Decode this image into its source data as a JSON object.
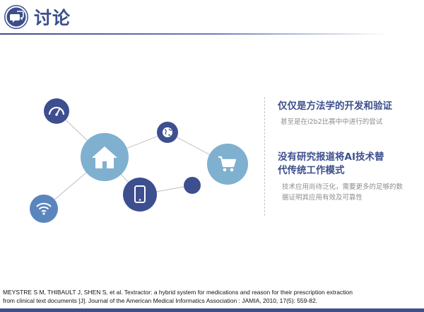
{
  "header": {
    "title": "讨论"
  },
  "points": [
    {
      "title": "仅仅是方法学的开发和验证",
      "desc": "甚至是在i2b2比赛中中进行的尝试"
    },
    {
      "title_line1": "没有研究报道将AI技术替",
      "title_line2": "代传统工作模式",
      "desc": "技术应用尚待泛化，需要更多的足够的数据证明其应用有效及可靠性"
    }
  ],
  "citation": {
    "line1": "MEYSTRE S M, THIBAULT J, SHEN S, et al. Textractor: a hybrid system for medications and reason for their prescription extraction",
    "line2": "from clinical text documents [J]. Journal of the American Medical Informatics Association : JAMIA, 2010, 17(5): 559-82."
  },
  "colors": {
    "primary": "#3d4f8f",
    "light_blue": "#7fb0d0",
    "line": "#c8c8c8",
    "muted": "#8c8c8c"
  },
  "icons": [
    "discussion-icon",
    "gauge-icon",
    "home-icon",
    "globe-icon",
    "shopping-cart-icon",
    "smartphone-icon",
    "wifi-icon"
  ]
}
